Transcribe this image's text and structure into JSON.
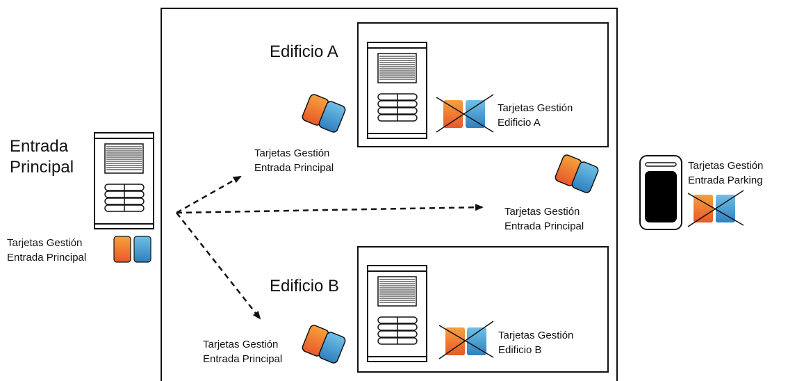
{
  "main_entrance": {
    "title_line1": "Entrada",
    "title_line2": "Principal",
    "cards_line1": "Tarjetas Gestión",
    "cards_line2": "Entrada Principal"
  },
  "building_a": {
    "title": "Edificio A",
    "outside_cards_line1": "Tarjetas Gestión",
    "outside_cards_line2": "Entrada Principal",
    "inside_cards_line1": "Tarjetas Gestión",
    "inside_cards_line2": "Edificio A"
  },
  "center": {
    "cards_line1": "Tarjetas Gestión",
    "cards_line2": "Entrada Principal"
  },
  "building_b": {
    "title": "Edificio B",
    "outside_cards_line1": "Tarjetas Gestión",
    "outside_cards_line2": "Entrada Principal",
    "inside_cards_line1": "Tarjetas Gestión",
    "inside_cards_line2": "Edificio B"
  },
  "parking": {
    "cards_line1": "Tarjetas Gestión",
    "cards_line2": "Entrada Parking"
  },
  "colors": {
    "card_orange_top": "#f6a13c",
    "card_orange_bottom": "#e8582a",
    "card_blue_top": "#6fc0e6",
    "card_blue_bottom": "#2f7fbf",
    "stroke": "#111111"
  }
}
